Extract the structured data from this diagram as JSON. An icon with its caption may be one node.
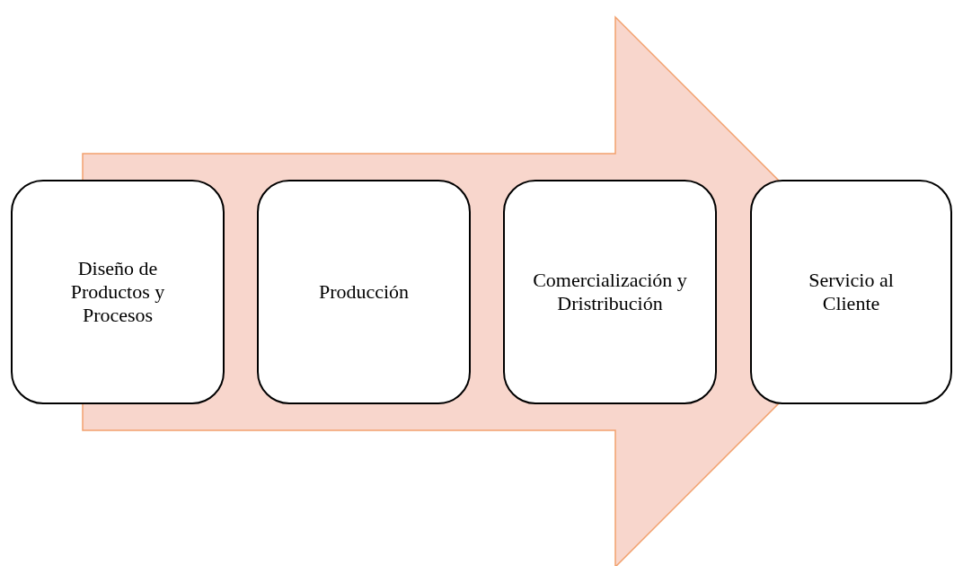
{
  "diagram": {
    "nodes": [
      {
        "text": [
          "Diseño de Productos y Procesos"
        ]
      },
      {
        "text": [
          "Producción"
        ]
      },
      {
        "text": [
          "Comercialización y Dristribución"
        ]
      },
      {
        "text": [
          "Servicio al Cliente"
        ]
      }
    ],
    "edges": [
      {
        "from": 0,
        "to": 3,
        "arrow": "to"
      }
    ]
  }
}
